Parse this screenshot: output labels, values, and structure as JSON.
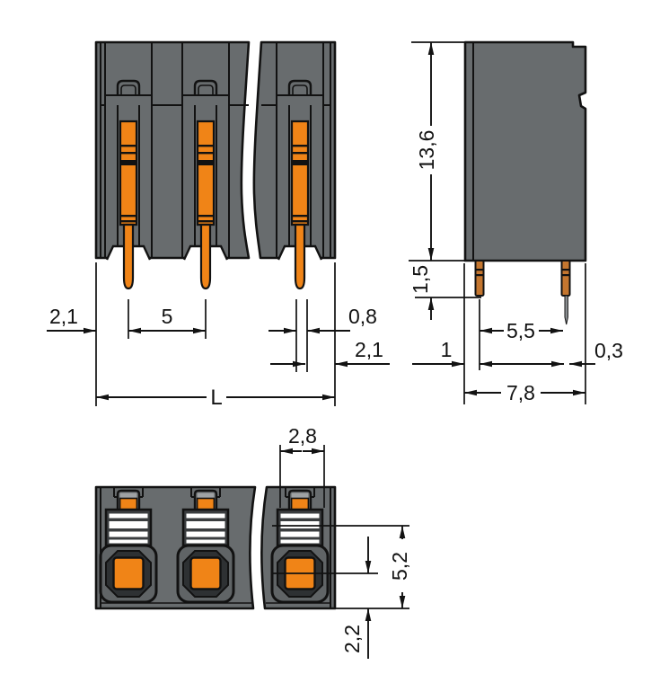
{
  "drawing_title": "terminal-block-dimension-drawing",
  "colors": {
    "background": "#ffffff",
    "line": "#121212",
    "body": "#686c6e",
    "clamp_ring": "#606466",
    "clamp_dark": "#2e3133",
    "stripe_dark": "#3a3d3f",
    "stripe_light": "#ffffff",
    "orange": "#f08417",
    "pin_side": "#c4762f",
    "pin_tail": "#8d9194"
  },
  "views": {
    "front": {
      "name": "front-view",
      "dimensions": {
        "left_offset": "2,1",
        "pin_pitch": "5",
        "pin_width": "0,8",
        "right_offset": "2,1",
        "total_length": "L"
      }
    },
    "side": {
      "name": "side-view",
      "dimensions": {
        "housing_height": "13,6",
        "pin_protrusion": "1,5",
        "left_offset": "1",
        "pin_span": "5,5",
        "pin_thickness": "0,3",
        "housing_depth": "7,8"
      }
    },
    "bottom": {
      "name": "bottom-view",
      "dimensions": {
        "opening_width": "2,8",
        "clamp_depth": "5,2",
        "clamp_offset": "2,2"
      }
    }
  }
}
